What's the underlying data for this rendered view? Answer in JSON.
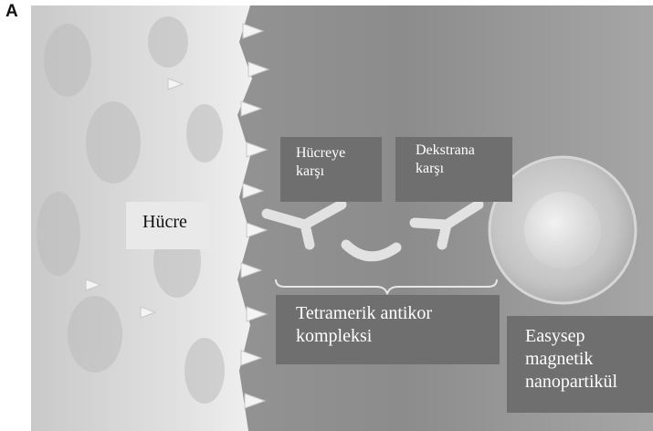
{
  "panel_letter": "A",
  "labels": {
    "cell": "Hücre",
    "anti_cell": "Hücreye karşı",
    "anti_dextran": "Dekstrana karşı",
    "tetrameric": "Tetramerik antikor kompleksi",
    "nanoparticle": "Easysep magnetik nanopartikül"
  },
  "colors": {
    "background_gradient": [
      "#8f8f8f",
      "#b5b5b5"
    ],
    "cell_surface": "#dcdcdc",
    "label_box": "#6f6f6f",
    "label_text": "#ffffff"
  }
}
